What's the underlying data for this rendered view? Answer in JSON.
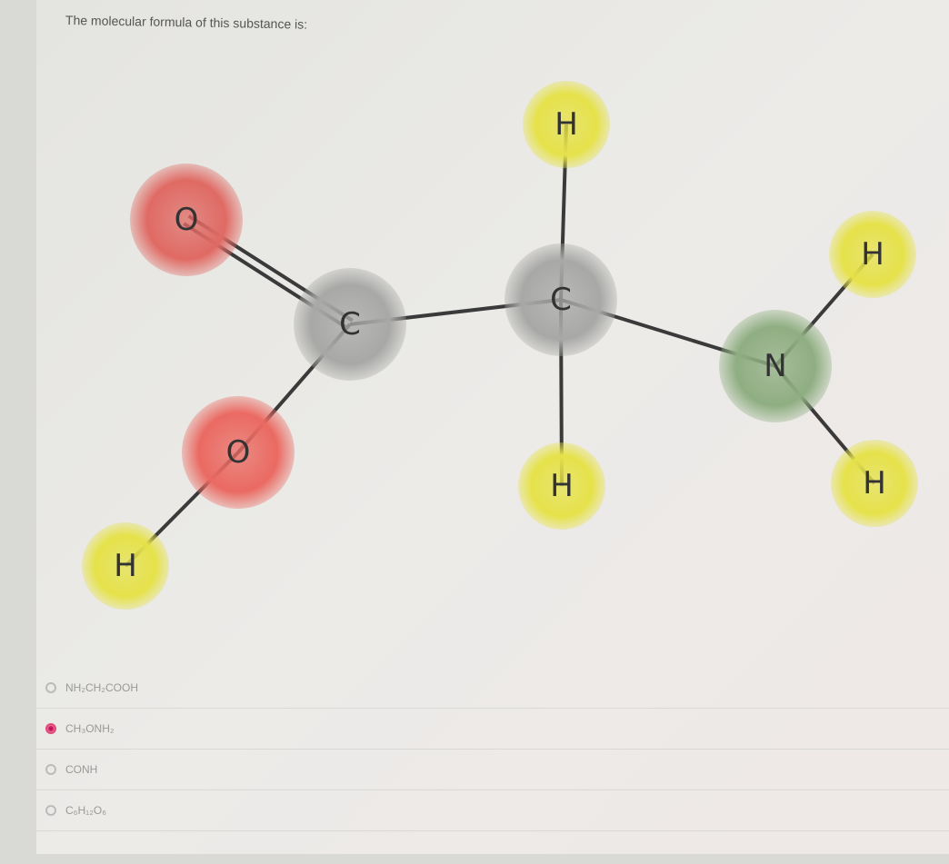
{
  "question": "The molecular formula of this substance is:",
  "molecule": {
    "atoms": [
      {
        "id": "h1",
        "el": "H",
        "color": "#e6e24a"
      },
      {
        "id": "o1",
        "el": "O",
        "color": "#e06a64"
      },
      {
        "id": "c1",
        "el": "C",
        "color": "#a8a8a6"
      },
      {
        "id": "c2",
        "el": "C",
        "color": "#a8a8a6"
      },
      {
        "id": "h2",
        "el": "H",
        "color": "#e6e24a"
      },
      {
        "id": "n1",
        "el": "N",
        "color": "#8fae82"
      },
      {
        "id": "o2",
        "el": "O",
        "color": "#ea6a62"
      },
      {
        "id": "h3",
        "el": "H",
        "color": "#e6e24a"
      },
      {
        "id": "h4",
        "el": "H",
        "color": "#e6e24a"
      },
      {
        "id": "h5",
        "el": "H",
        "color": "#e6e24a"
      }
    ],
    "bonds": [
      [
        "o1",
        "c1",
        2
      ],
      [
        "c1",
        "c2",
        1
      ],
      [
        "c1",
        "o2",
        1
      ],
      [
        "o2",
        "h5",
        1
      ],
      [
        "c2",
        "h1",
        1
      ],
      [
        "c2",
        "h3",
        1
      ],
      [
        "c2",
        "n1",
        1
      ],
      [
        "n1",
        "h2",
        1
      ],
      [
        "n1",
        "h4",
        1
      ]
    ]
  },
  "options": [
    {
      "label": "NH₂CH₂COOH",
      "selected": false
    },
    {
      "label": "CH₃ONH₂",
      "selected": true
    },
    {
      "label": "CONH",
      "selected": false
    },
    {
      "label": "C₆H₁₂O₆",
      "selected": false
    }
  ],
  "accent": "#c2185b"
}
